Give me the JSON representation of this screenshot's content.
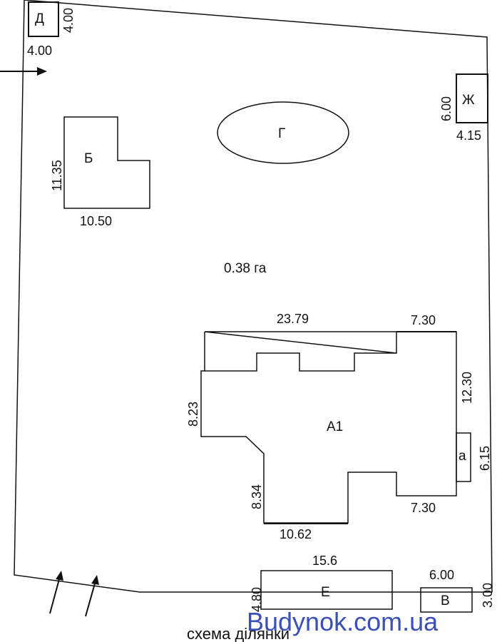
{
  "plan": {
    "area_label": "0.38 га",
    "caption": "схема ділянки",
    "watermark": "Budynok.com.ua",
    "buildings": {
      "d": {
        "label": "Д",
        "dim_w": "4.00",
        "dim_h": "4.00"
      },
      "zh": {
        "label": "Ж",
        "dim_w": "4.15",
        "dim_h": "6.00"
      },
      "b": {
        "label": "Б",
        "dim_w": "10.50",
        "dim_h": "11.35"
      },
      "g": {
        "label": "Г"
      },
      "a1": {
        "label": "А1",
        "dim_top": "23.79",
        "dim_top_right": "7.30",
        "dim_right": "12.30",
        "dim_left": "8.23",
        "dim_bottom_left_vert": "8.34",
        "dim_bottom": "10.62",
        "dim_bottom_right": "7.30"
      },
      "a": {
        "label": "а",
        "dim_h": "6.15"
      },
      "e": {
        "label": "Е",
        "dim_w": "15.6",
        "dim_h": "4.80"
      },
      "v": {
        "label": "В",
        "dim_w": "6.00",
        "dim_h": "3.00"
      }
    }
  }
}
